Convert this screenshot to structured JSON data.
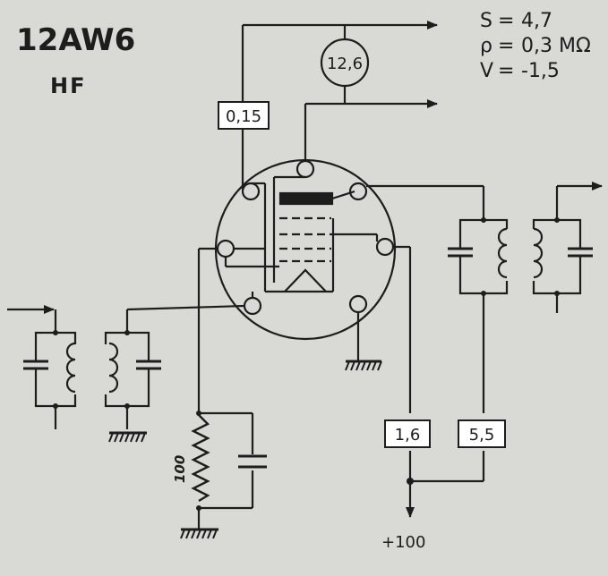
{
  "tube": {
    "name": "12AW6",
    "mode": "HF"
  },
  "params": [
    {
      "symbol": "S",
      "value": "4,7"
    },
    {
      "symbol": "ρ",
      "value": "0,3 MΩ"
    },
    {
      "symbol": "V",
      "value": "-1,5"
    }
  ],
  "heater_voltage": "12,6",
  "heater_current": "0,15",
  "screen_current": "1,6",
  "anode_current": "5,5",
  "supply_voltage": "+100",
  "cathode_resistor": "100",
  "colors": {
    "ink": "#1d1d1d",
    "paper": "#d9d9d6",
    "box_fill": "#ffffff"
  }
}
